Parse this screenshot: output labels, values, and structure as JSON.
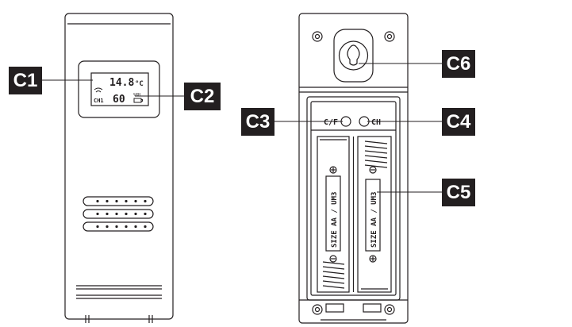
{
  "colors": {
    "line": "#231f20",
    "callout_bg": "#231f20",
    "callout_text": "#ffffff",
    "background": "#ffffff"
  },
  "display": {
    "temperature": "14.8",
    "temp_unit": "°C",
    "channel": "CH1",
    "humidity": "60",
    "humidity_unit": "%RH",
    "signal_icon": "wifi-signal-icon",
    "battery_icon": "battery-low-icon"
  },
  "compartment": {
    "cf_label": "C/F",
    "ch_label": "CH",
    "battery_left": "SIZE AA / UM3",
    "battery_right": "SIZE AA / UM3",
    "mount_icon": "keyhole-icon"
  },
  "callouts": {
    "c1": "C1",
    "c2": "C2",
    "c3": "C3",
    "c4": "C4",
    "c5": "C5",
    "c6": "C6"
  }
}
